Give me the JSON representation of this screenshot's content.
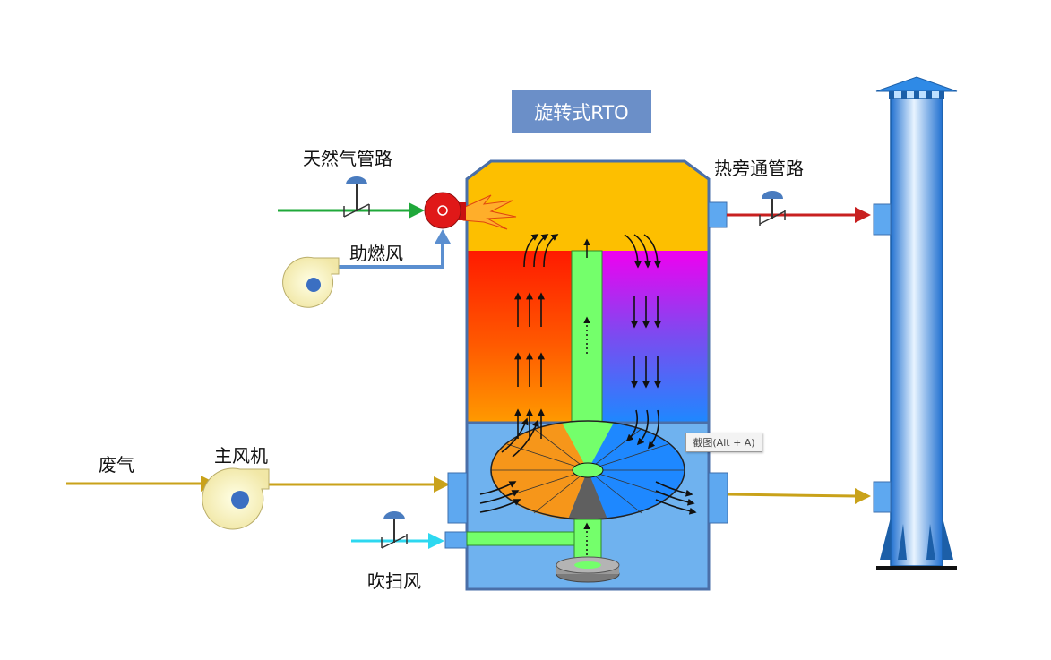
{
  "title": "旋转式RTO",
  "labels": {
    "natural_gas": "天然气管路",
    "combustion_air": "助燃风",
    "hot_bypass": "热旁通管路",
    "waste_gas": "废气",
    "main_fan": "主风机",
    "purge_air": "吹扫风"
  },
  "tooltip": "截图(Alt + A)",
  "colors": {
    "top_chamber": "#fdbf00",
    "vessel_border": "#4a6fa8",
    "base_chamber": "#6fb2ef",
    "gas_line": "#1fa83a",
    "air_line": "#5b8fd0",
    "waste_line": "#c9a21a",
    "bypass_line": "#c82020",
    "purge_line": "#2dd8f0",
    "stack": "#2f8ae6"
  }
}
